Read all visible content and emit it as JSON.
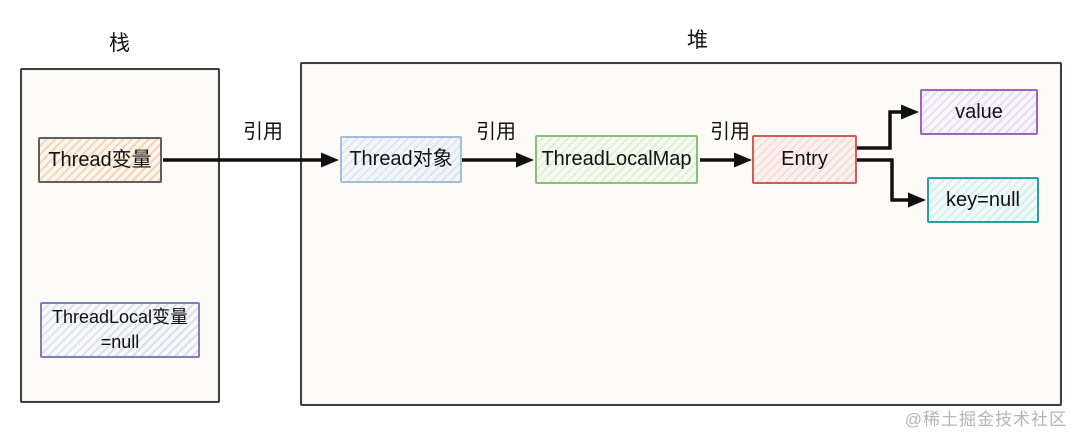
{
  "diagram": {
    "regions": {
      "stack": {
        "title": "栈"
      },
      "heap": {
        "title": "堆"
      }
    },
    "nodes": {
      "thread_var": {
        "label": "Thread变量",
        "border": "#5f5f5f",
        "stripe": "#f6d3b3",
        "bg": "#fdf6ed"
      },
      "threadlocal_var": {
        "label": "ThreadLocal变量\n=null",
        "border": "#8080b8",
        "stripe": "#dedeef",
        "bg": "#f8f8fd"
      },
      "thread_obj": {
        "label": "Thread对象",
        "border": "#a5bedb",
        "stripe": "#dde7f2",
        "bg": "#f3f7fb"
      },
      "threadlocalmap": {
        "label": "ThreadLocalMap",
        "border": "#8abf76",
        "stripe": "#def0d6",
        "bg": "#f5fbf1"
      },
      "entry": {
        "label": "Entry",
        "border": "#d25c55",
        "stripe": "#f8dad6",
        "bg": "#fdf2f0"
      },
      "value": {
        "label": "value",
        "border": "#9c67ba",
        "stripe": "#e8dcf2",
        "bg": "#faf6fd"
      },
      "key": {
        "label": "key=null",
        "border": "#27a29a",
        "stripe": "#d5efec",
        "bg": "#f0faf9"
      }
    },
    "edges": [
      {
        "label": "引用",
        "from": "Thread变量",
        "to": "Thread对象"
      },
      {
        "label": "引用",
        "from": "Thread对象",
        "to": "ThreadLocalMap"
      },
      {
        "label": "引用",
        "from": "ThreadLocalMap",
        "to": "Entry"
      },
      {
        "label": "",
        "from": "Entry",
        "to": "value"
      },
      {
        "label": "",
        "from": "Entry",
        "to": "key=null"
      }
    ],
    "arrow_color": "#111111",
    "watermark": "@稀土掘金技术社区"
  }
}
